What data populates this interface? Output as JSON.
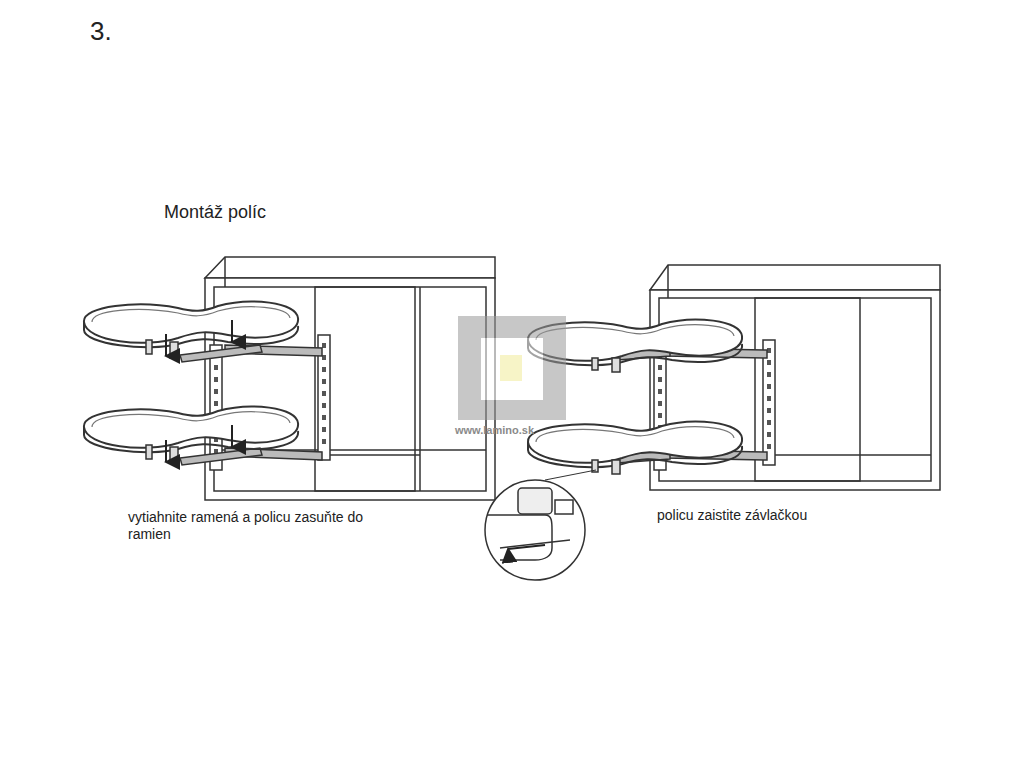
{
  "diagram": {
    "title": "Montáž políc",
    "labels": [
      "3.",
      "vytiahnite ramená a policu zasuňte do ramien",
      "policu zaistite závlačkou",
      "www.lamino.sk"
    ]
  }
}
